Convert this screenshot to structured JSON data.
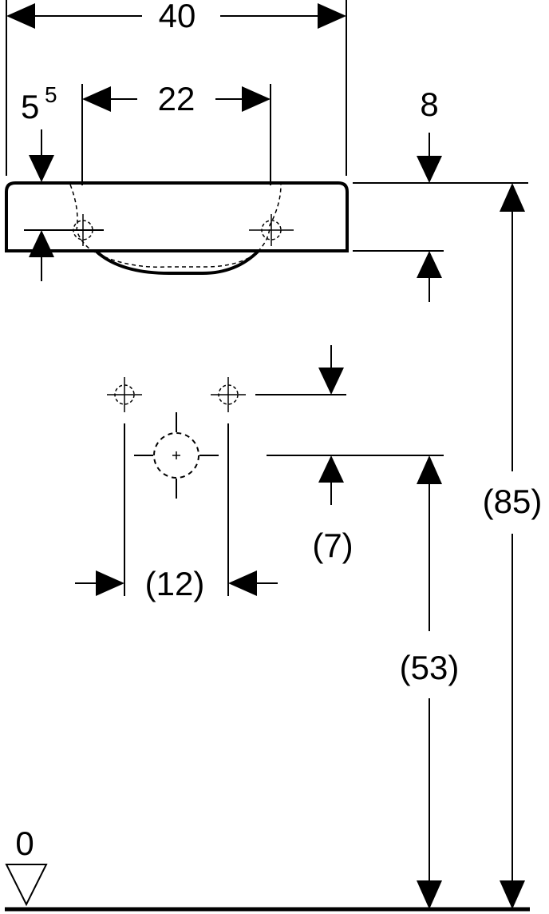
{
  "dimensions": {
    "total_width": "40",
    "hole_spacing": "22",
    "offset_main": "5",
    "offset_sup": "5",
    "rim_thickness": "8",
    "total_height": "(85)",
    "bracket_height": "(53)",
    "bracket_offset": "(7)",
    "bracket_spacing": "(12)",
    "floor_level": "0"
  },
  "colors": {
    "line": "#000000",
    "background": "#ffffff"
  }
}
